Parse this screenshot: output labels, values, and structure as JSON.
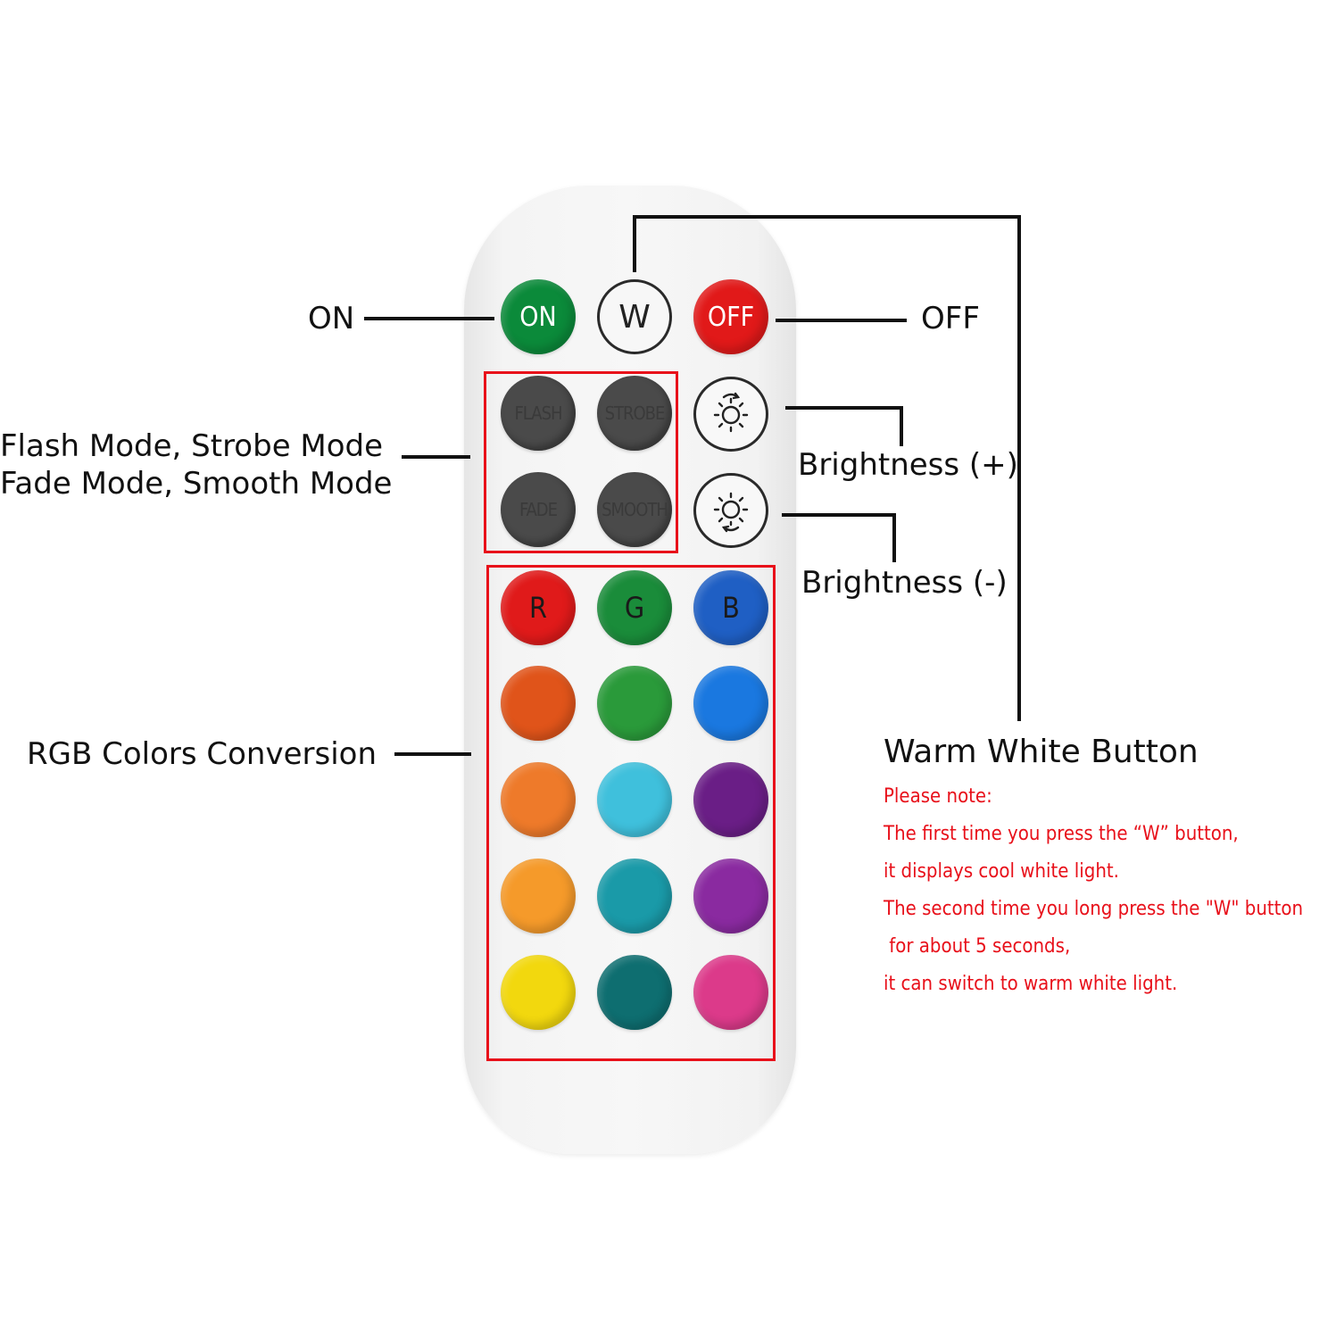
{
  "remote": {
    "top_row": [
      {
        "id": "on",
        "label": "ON",
        "color": "#0b8a3a"
      },
      {
        "id": "w",
        "label": "W",
        "color": "#f7f7f7"
      },
      {
        "id": "off",
        "label": "OFF",
        "color": "#e11919"
      }
    ],
    "mode_buttons": [
      {
        "id": "flash",
        "label": "FLASH"
      },
      {
        "id": "strobe",
        "label": "STROBE"
      },
      {
        "id": "fade",
        "label": "FADE"
      },
      {
        "id": "smooth",
        "label": "SMOOTH"
      }
    ],
    "brightness_buttons": [
      {
        "id": "brightness-up",
        "icon": "sun-up-icon"
      },
      {
        "id": "brightness-down",
        "icon": "sun-down-icon"
      }
    ],
    "color_grid": [
      [
        {
          "label": "R",
          "color": "#e01a1a"
        },
        {
          "label": "G",
          "color": "#1a8c3a"
        },
        {
          "label": "B",
          "color": "#1f5fc4"
        }
      ],
      [
        {
          "label": "",
          "color": "#e0541a"
        },
        {
          "label": "",
          "color": "#2a9a3a"
        },
        {
          "label": "",
          "color": "#1a78e0"
        }
      ],
      [
        {
          "label": "",
          "color": "#ee7a2a"
        },
        {
          "label": "",
          "color": "#3fc0dc"
        },
        {
          "label": "",
          "color": "#6a1e86"
        }
      ],
      [
        {
          "label": "",
          "color": "#f59a2a"
        },
        {
          "label": "",
          "color": "#1a9aa8"
        },
        {
          "label": "",
          "color": "#8a2aa0"
        }
      ],
      [
        {
          "label": "",
          "color": "#f2d80e"
        },
        {
          "label": "",
          "color": "#0e6e70"
        },
        {
          "label": "",
          "color": "#dc3a8a"
        }
      ]
    ]
  },
  "callouts": {
    "on": "ON",
    "off": "OFF",
    "modes_line1": "Flash Mode, Strobe Mode",
    "modes_line2": "Fade Mode, Smooth Mode",
    "brightness_up": "Brightness (+)",
    "brightness_down": "Brightness (-)",
    "rgb": "RGB Colors Conversion",
    "warm_white": "Warm White Button"
  },
  "note": {
    "lines": [
      "Please note:",
      "The first time you press the “W” button,",
      "it displays cool white light.",
      "The second time you long press the \"W\" button",
      " for about 5 seconds,",
      "it can switch to warm white light."
    ]
  },
  "colors": {
    "highlight_box": "#e8101a",
    "note_text": "#e8101a"
  }
}
